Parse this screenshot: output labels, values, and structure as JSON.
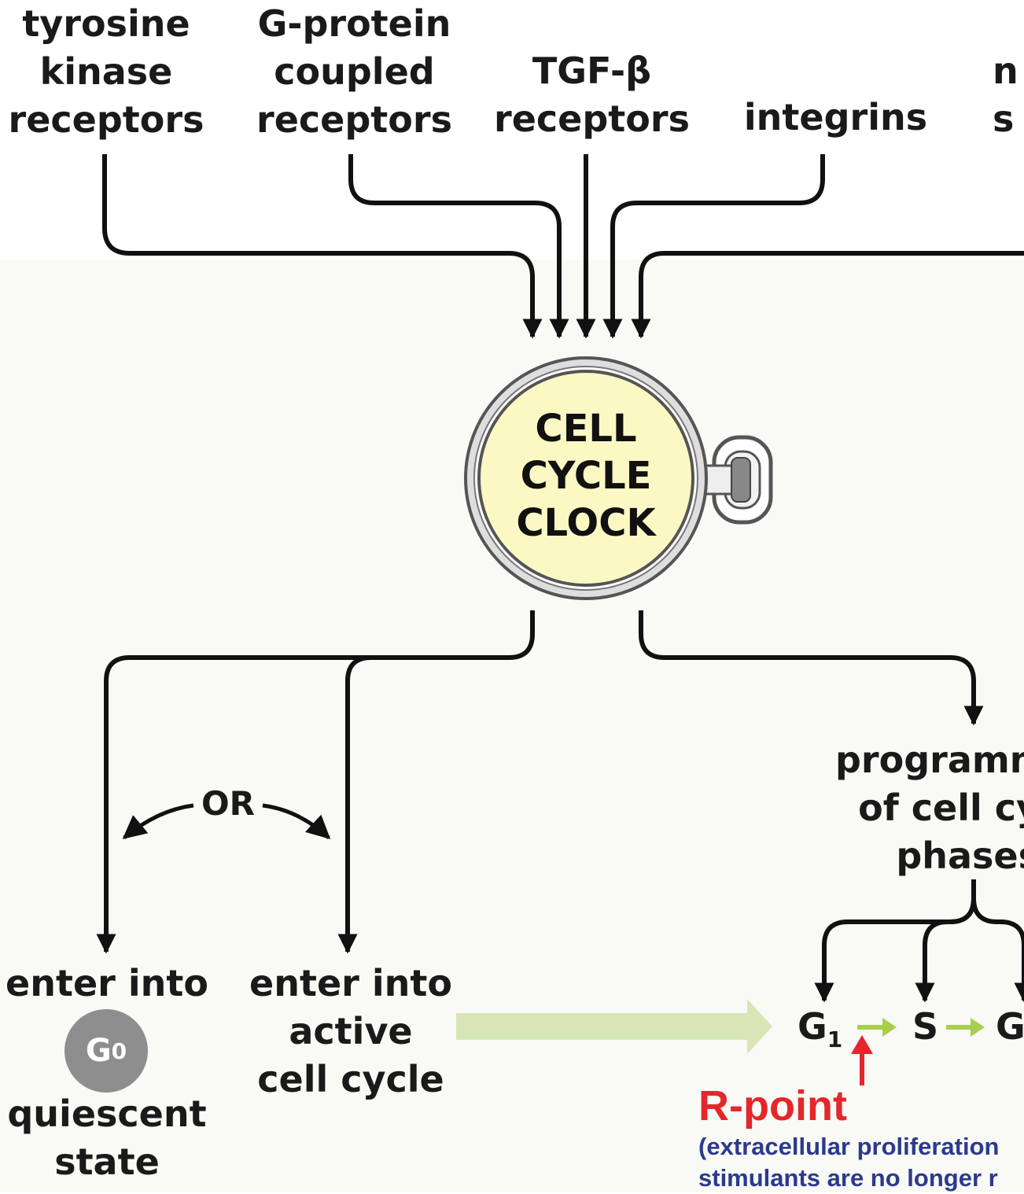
{
  "receptors": [
    {
      "label": "tyrosine\nkinase\nreceptors"
    },
    {
      "label": "G-protein\ncoupled\nreceptors"
    },
    {
      "label": "TGF-β\nreceptors"
    },
    {
      "label": "integrins"
    },
    {
      "label": "n\ns"
    }
  ],
  "clock": {
    "label": "CELL\nCYCLE\nCLOCK"
  },
  "outcomes": {
    "or_label": "OR",
    "enter_g0": "enter into",
    "g0_letter": "G",
    "g0_sub": "0",
    "quiescent": "quiescent\nstate",
    "active": "enter into\nactive\ncell cycle",
    "programming": "programm\nof cell cy\nphases"
  },
  "phases": {
    "g1_letter": "G",
    "g1_sub": "1",
    "s": "S",
    "g_next": "G"
  },
  "rpoint": {
    "title": "R-point",
    "note": "(extracellular proliferation\nstimulants are no longer r"
  },
  "colors": {
    "line": "#111111",
    "clock_face": "#fbf8c4",
    "band_arrow": "#d8e6b6",
    "small_arrow": "#a6cf4c",
    "rpoint": "#e5262a",
    "note": "#2b3a8c",
    "g0_badge": "#8e8e8e"
  }
}
